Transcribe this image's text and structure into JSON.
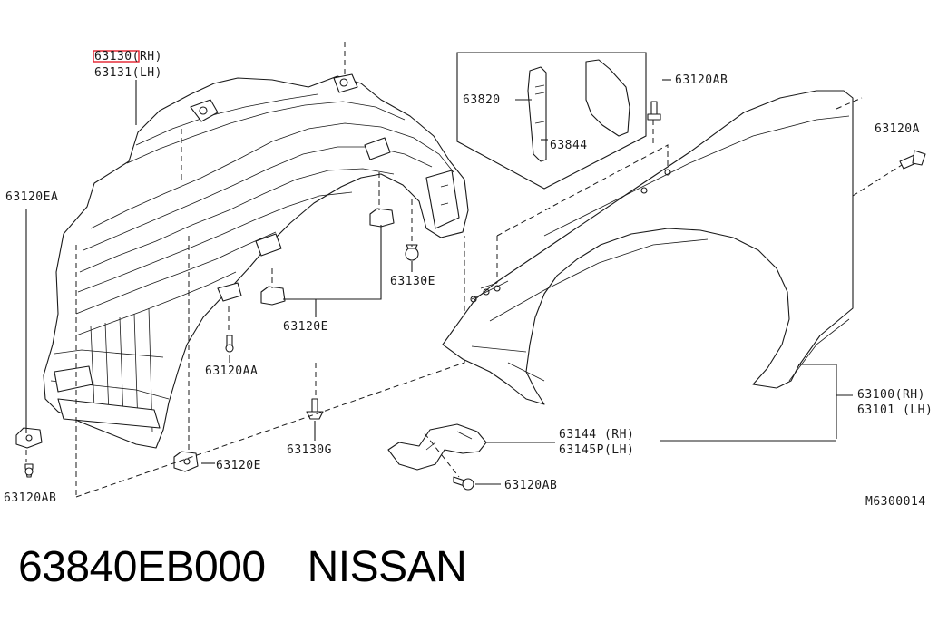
{
  "colors": {
    "highlight": "#e4202c",
    "ink": "#1a1a1a"
  },
  "labels": {
    "liner_rh": "63130(RH)",
    "liner_lh": "63131(LH)",
    "clip_ea": "63120EA",
    "clip_ab_left": "63120AB",
    "clip_e_bottom": "63120E",
    "clip_e_mid": "63120E",
    "clip_aa": "63120AA",
    "grommet_g": "63130G",
    "grommet_e": "63130E",
    "seal": "63820",
    "seal_2": "63844",
    "bolt_ab_top": "63120AB",
    "bolt_a": "63120A",
    "fender_rh": "63100(RH)",
    "fender_lh": "63101 (LH)",
    "bracket_rh": "63144  (RH)",
    "bracket_lh": "63145P(LH)",
    "bolt_ab_bottom": "63120AB",
    "diagram_code": "M6300014"
  },
  "footer": {
    "part_number": "63840EB000",
    "brand": "NISSAN"
  }
}
